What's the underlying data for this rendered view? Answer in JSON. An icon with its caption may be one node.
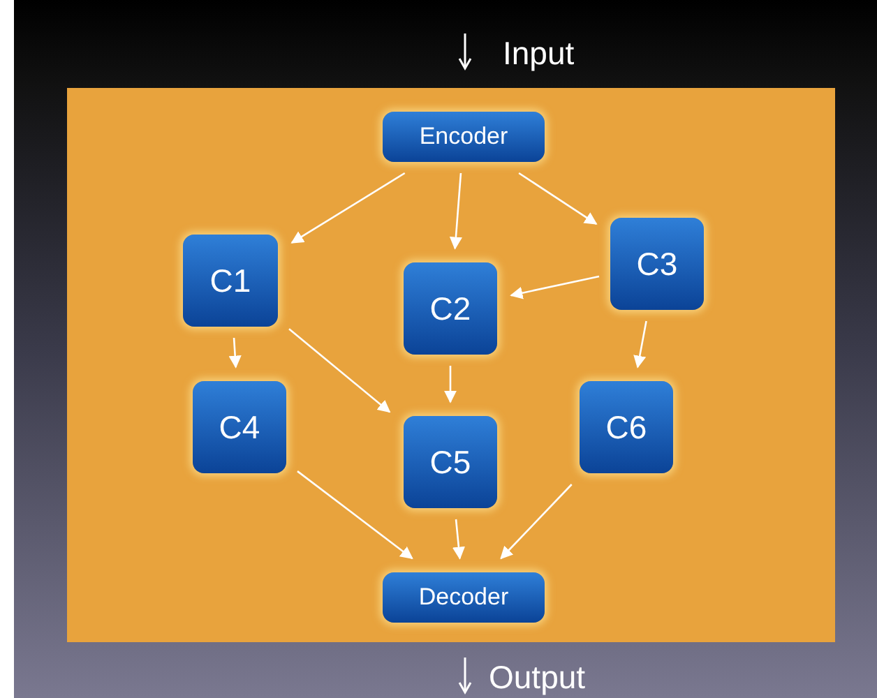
{
  "diagram": {
    "nodes": [
      {
        "text": [
          "Encoder"
        ]
      },
      {
        "text": [
          "C1"
        ]
      },
      {
        "text": [
          "C2"
        ]
      },
      {
        "text": [
          "C3"
        ]
      },
      {
        "text": [
          "C4"
        ]
      },
      {
        "text": [
          "C5"
        ]
      },
      {
        "text": [
          "C6"
        ]
      },
      {
        "text": [
          "Decoder"
        ]
      }
    ],
    "edges": [
      {
        "from": 0,
        "to": 1,
        "arrow": "to"
      },
      {
        "from": 0,
        "to": 2,
        "arrow": "to"
      },
      {
        "from": 0,
        "to": 3,
        "arrow": "to"
      },
      {
        "from": 3,
        "to": 2,
        "arrow": "to"
      },
      {
        "from": 1,
        "to": 4,
        "arrow": "to"
      },
      {
        "from": 1,
        "to": 5,
        "arrow": "to"
      },
      {
        "from": 2,
        "to": 5,
        "arrow": "to"
      },
      {
        "from": 3,
        "to": 6,
        "arrow": "to"
      },
      {
        "from": 4,
        "to": 7,
        "arrow": "to"
      },
      {
        "from": 5,
        "to": 7,
        "arrow": "to"
      },
      {
        "from": 6,
        "to": 7,
        "arrow": "to"
      }
    ],
    "labels": [
      "Input",
      "Output"
    ]
  }
}
